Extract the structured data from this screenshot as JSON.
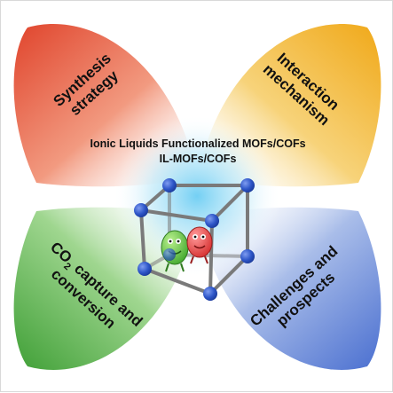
{
  "center": {
    "title_line1": "Ionic Liquids Functionalized MOFs/COFs",
    "title_line2": "IL-MOFs/COFs"
  },
  "petals": {
    "top_left": {
      "line1": "Synthesis",
      "line2": "strategy",
      "color": "#e8553a"
    },
    "top_right": {
      "line1": "Interaction",
      "line2": "mechanism",
      "color": "#f2b51e"
    },
    "bottom_left": {
      "line1_main": "CO",
      "line1_sub": "2",
      "line1_rest": " capture and",
      "line2": "conversion",
      "color": "#4fae43"
    },
    "bottom_right": {
      "line1": "Challenges and",
      "line2": "prospects",
      "color": "#5b7fd6"
    }
  },
  "colors": {
    "cube_edge": "#7a7a7a",
    "node": "#2e56c8",
    "center_glow": "#7fd3f5"
  }
}
